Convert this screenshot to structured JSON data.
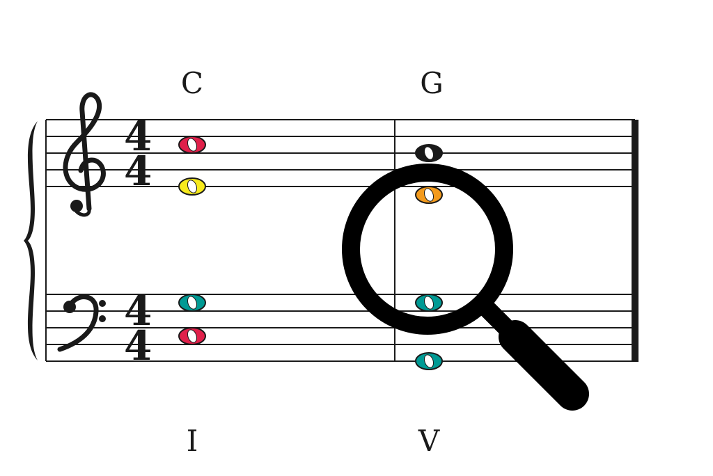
{
  "chords": [
    {
      "name": "C",
      "numeral": "I"
    },
    {
      "name": "G",
      "numeral": "V"
    }
  ],
  "time_signature": {
    "top": "4",
    "bottom": "4"
  },
  "icons": {
    "clef_treble": "treble-clef-icon",
    "clef_bass": "bass-clef-icon",
    "magnifier": "magnifying-glass-icon"
  },
  "colors": {
    "red": "#e0204a",
    "yellow": "#f7ea1c",
    "teal": "#009a94",
    "orange": "#f39a1c",
    "black": "#1a1a1a"
  }
}
